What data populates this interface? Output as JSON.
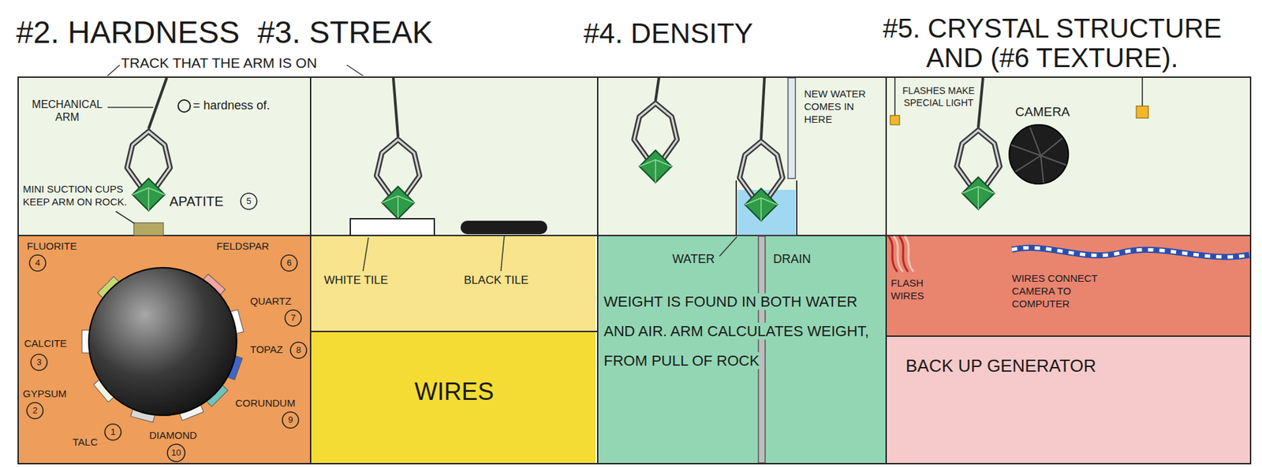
{
  "diagram": {
    "nodes": [
      {
        "text": [
          "#2. HARDNESS"
        ]
      },
      {
        "text": [
          "#3. STREAK"
        ]
      },
      {
        "text": [
          "WIRES"
        ],
        "in": 1
      },
      {
        "text": [
          "#4. DENSITY"
        ]
      },
      {
        "text": [
          "WEIGHT IS FOUND IN BOTH WATER AND AIR. ARM CALCULATES WEIGHT, FROM PULL OF ROCK"
        ],
        "in": 3
      },
      {
        "text": [
          "#5. CRYSTAL STRUCTURE AND (#6 TEXTURE)."
        ]
      },
      {
        "text": [
          "FLASH WIRES",
          "WIRES CONNECT CAMERA TO COMPUTER"
        ],
        "in": 5
      },
      {
        "text": [
          "BACK UP GENERATOR"
        ],
        "in": 5
      }
    ],
    "labels": [
      "TRACK THAT THE ARM IS ON",
      "MECHANICAL ARM",
      "= hardness of.",
      "MINI SUCTION CUPS KEEP ARM ON ROCK.",
      "APATITE",
      "5",
      "FLUORITE",
      "4",
      "FELDSPAR",
      "6",
      "QUARTZ",
      "7",
      "CALCITE",
      "3",
      "TOPAZ",
      "8",
      "GYPSUM",
      "2",
      "CORUNDUM",
      "9",
      "TALC",
      "1",
      "DIAMOND",
      "10",
      "WHITE TILE",
      "BLACK TILE",
      "NEW WATER COMES IN HERE",
      "WATER",
      "DRAIN",
      "FLASHES MAKE SPECIAL LIGHT",
      "CAMERA"
    ]
  }
}
